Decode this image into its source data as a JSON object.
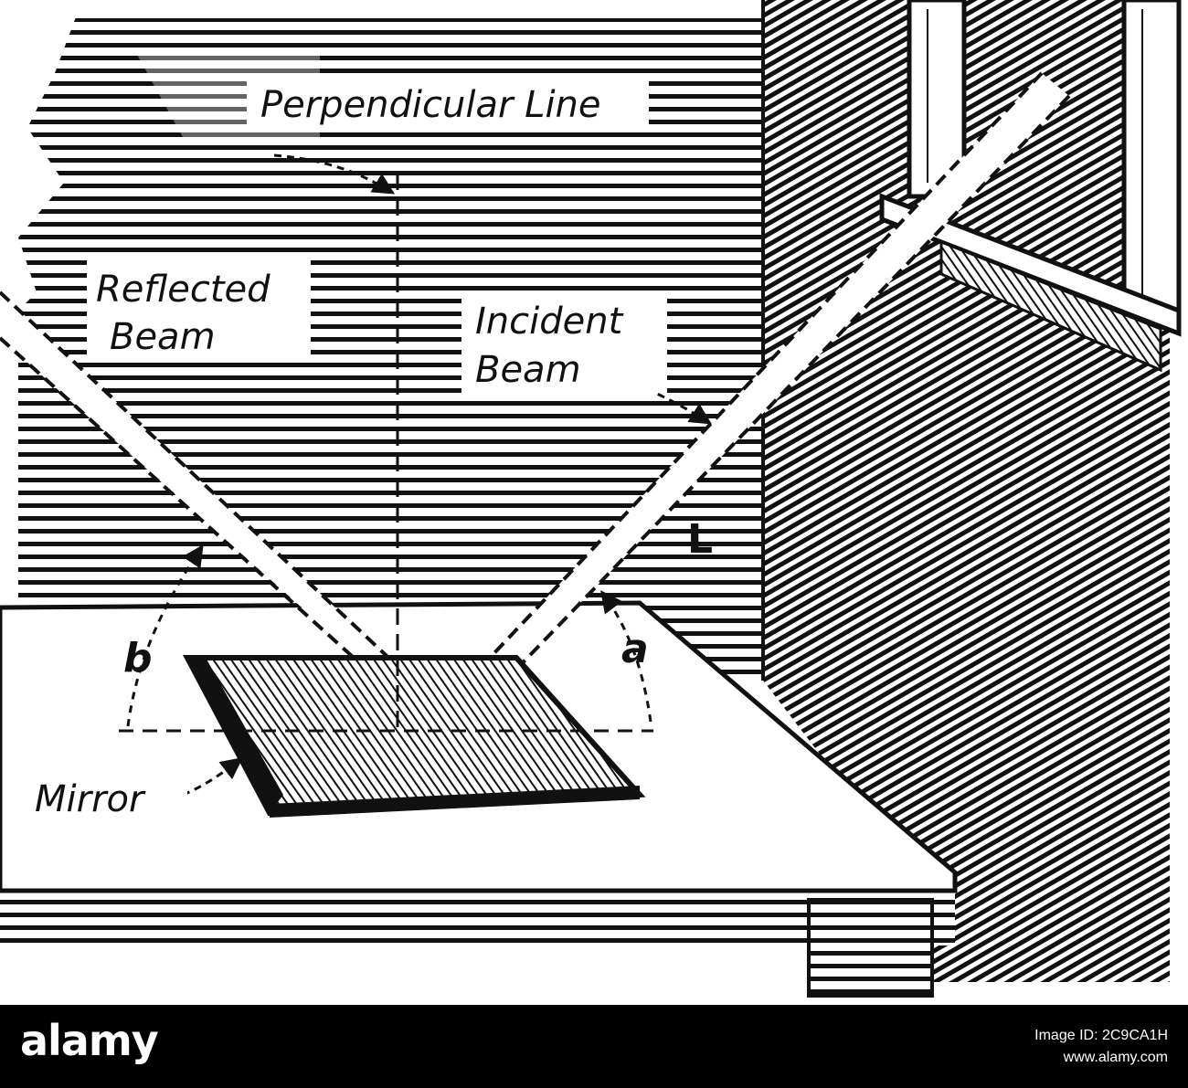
{
  "labels": {
    "perpendicular_line": "Perpendicular Line",
    "reflected_beam_line1": "Reflected",
    "reflected_beam_line2": "Beam",
    "incident_beam_line1": "Incident",
    "incident_beam_line2": "Beam",
    "mirror": "Mirror",
    "angle_b": "b",
    "angle_a": "a",
    "point_l": "L"
  },
  "watermark": {
    "brand": "alamy",
    "image_id_label": "Image ID: 2C9CA1H",
    "site": "www.alamy.com"
  },
  "colors": {
    "ink": "#111111",
    "paper": "#ffffff",
    "bar": "#000000"
  }
}
